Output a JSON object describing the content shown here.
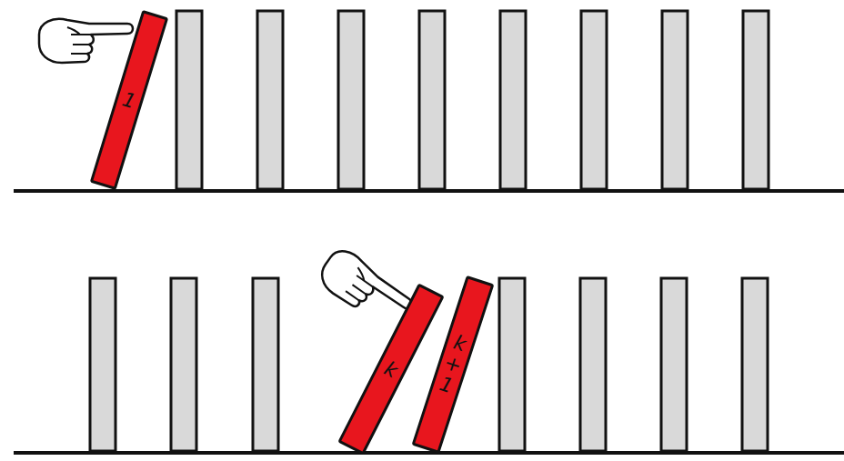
{
  "diagram": {
    "nodes": [
      {
        "text": [
          "1"
        ]
      },
      {
        "text": [
          "k"
        ]
      },
      {
        "text": [
          "k+1"
        ]
      }
    ]
  }
}
